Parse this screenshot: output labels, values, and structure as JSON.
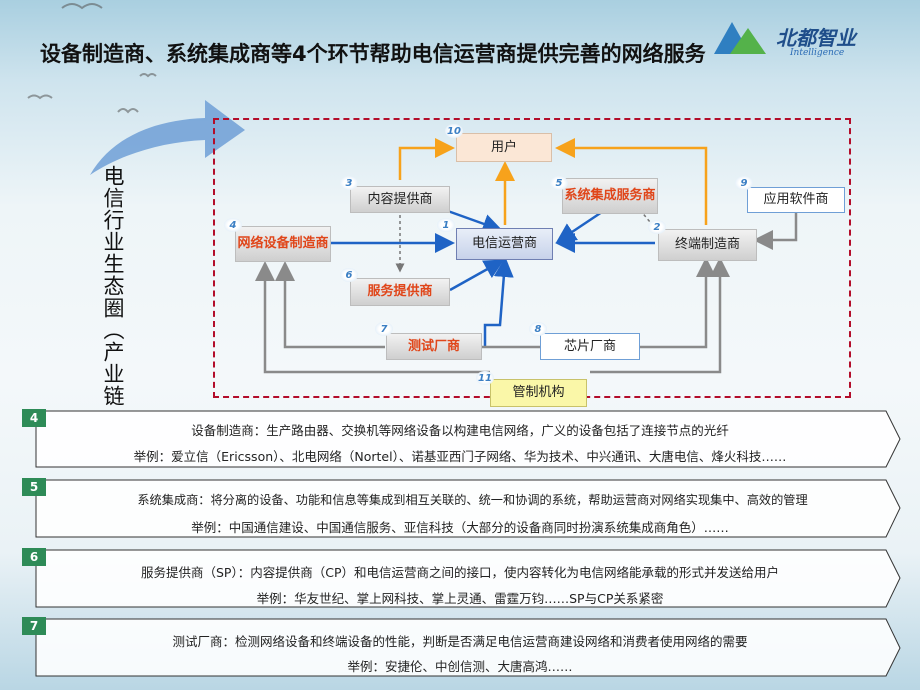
{
  "header": {
    "title": "设备制造商、系统集成商等4个环节帮助电信运营商提供完善的网络服务",
    "logo_text": "北都智业",
    "logo_sub": "Intelligence"
  },
  "side_label": "电信行业生态圈（产业链",
  "diagram": {
    "nodes": {
      "user": {
        "num": "10",
        "label": "用户"
      },
      "content": {
        "num": "3",
        "label": "内容提供商"
      },
      "integrator": {
        "num": "5",
        "label": "系统集成服务商"
      },
      "app": {
        "num": "9",
        "label": "应用软件商"
      },
      "equip": {
        "num": "4",
        "label": "网络设备制造商"
      },
      "operator": {
        "num": "1",
        "label": "电信运营商"
      },
      "terminal": {
        "num": "2",
        "label": "终端制造商"
      },
      "service": {
        "num": "6",
        "label": "服务提供商"
      },
      "test": {
        "num": "7",
        "label": "测试厂商"
      },
      "chip": {
        "num": "8",
        "label": "芯片厂商"
      },
      "regulator": {
        "num": "11",
        "label": "管制机构"
      }
    }
  },
  "rows": [
    {
      "num": "4",
      "line1": "设备制造商：生产路由器、交换机等网络设备以构建电信网络，广义的设备包括了连接节点的光纤",
      "line2": "举例：爱立信（Ericsson）、北电网络（Nortel）、诺基亚西门子网络、华为技术、中兴通讯、大唐电信、烽火科技……"
    },
    {
      "num": "5",
      "line1": "系统集成商：将分离的设备、功能和信息等集成到相互关联的、统一和协调的系统，帮助运营商对网络实现集中、高效的管理",
      "line2": "举例：中国通信建设、中国通信服务、亚信科技（大部分的设备商同时扮演系统集成商角色）……"
    },
    {
      "num": "6",
      "line1": "服务提供商（SP）：内容提供商（CP）和电信运营商之间的接口，使内容转化为电信网络能承载的形式并发送给用户",
      "line2": "举例：华友世纪、掌上网科技、掌上灵通、雷霆万钧……SP与CP关系紧密"
    },
    {
      "num": "7",
      "line1": "测试厂商：检测网络设备和终端设备的性能，判断是否满足电信运营商建设网络和消费者使用网络的需要",
      "line2": "举例：安捷伦、中创信测、大唐高鸿……"
    }
  ],
  "colors": {
    "orange": "#f7a21b",
    "blue": "#1f63c5",
    "grey": "#8a8a8a",
    "frame": "#b30d2a",
    "tab": "#2e8b57"
  }
}
